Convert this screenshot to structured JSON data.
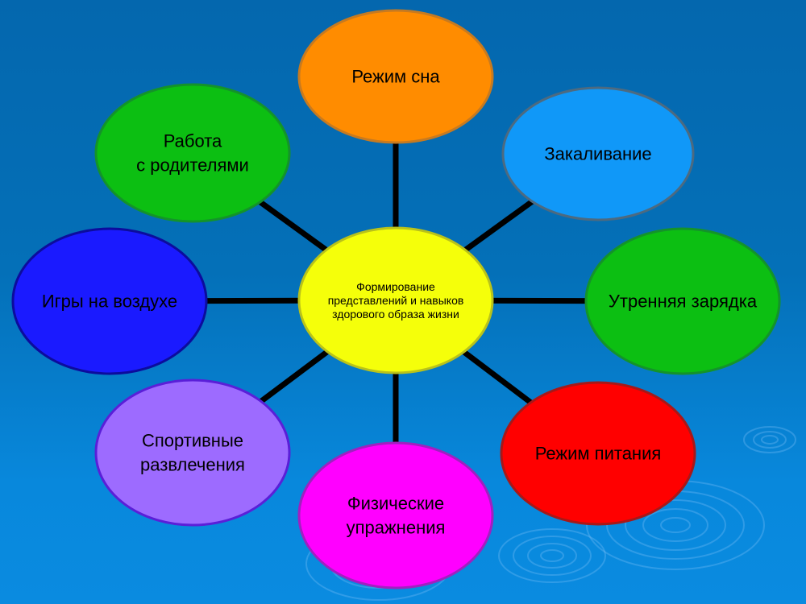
{
  "diagram": {
    "type": "radial-mindmap",
    "background_color": "#0467ae",
    "connector_color": "#000000",
    "center": {
      "id": "center",
      "lines": [
        "Формирование",
        "представлений и навыков",
        "здорового образа жизни"
      ],
      "fill": "#f5ff0a",
      "stroke": "#b9c21a"
    },
    "nodes": [
      {
        "id": "sleep",
        "lines": [
          "Режим сна"
        ],
        "fill": "#ff8c00",
        "stroke": "#c77a20"
      },
      {
        "id": "hardening",
        "lines": [
          "Закаливание"
        ],
        "fill": "#1098f8",
        "stroke": "#4d6a80"
      },
      {
        "id": "morning-exercise",
        "lines": [
          "Утренняя зарядка"
        ],
        "fill": "#0cbf12",
        "stroke": "#14932a"
      },
      {
        "id": "nutrition",
        "lines": [
          "Режим питания"
        ],
        "fill": "#ff0000",
        "stroke": "#a81818"
      },
      {
        "id": "physical-exercise",
        "lines": [
          "Физические",
          "упражнения"
        ],
        "fill": "#ff00ff",
        "stroke": "#a020c0"
      },
      {
        "id": "sports-entertainment",
        "lines": [
          "Спортивные",
          "развлечения"
        ],
        "fill": "#9d6bff",
        "stroke": "#5a1fd8"
      },
      {
        "id": "outdoor-games",
        "lines": [
          "Игры на воздухе"
        ],
        "fill": "#1a1aff",
        "stroke": "#0c0c9c"
      },
      {
        "id": "parents-work",
        "lines": [
          "Работа",
          "с родителями"
        ],
        "fill": "#0cbf12",
        "stroke": "#14932a"
      }
    ]
  }
}
